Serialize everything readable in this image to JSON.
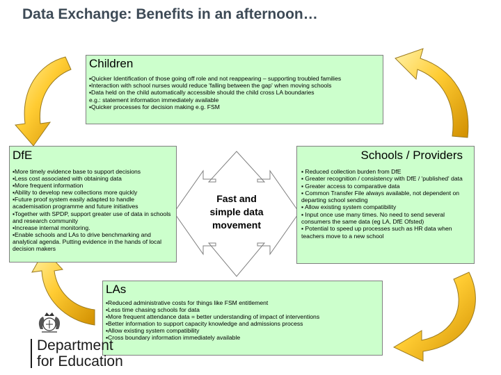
{
  "title": "Data Exchange: Benefits in an afternoon…",
  "children": {
    "heading": "Children",
    "items": [
      "▪Quicker Identification of those going off role and not reappearing – supporting troubled families",
      "▪Interaction with school nurses would reduce 'falling between the gap' when moving schools",
      "▪Data held on the child automatically accessible should the child cross LA boundaries",
      "e.g.: statement  information immediately available",
      "▪Quicker processes for decision making e.g. FSM"
    ]
  },
  "dfe": {
    "heading": "DfE",
    "items": [
      "▪More timely evidence base to support decisions",
      "▪Less cost associated with obtaining data",
      "▪More frequent information",
      "▪Ability to develop new collections more quickly",
      "▪Future proof system easily adapted to handle academisation programme and future initiatives",
      "▪Together with SPDP, support greater use of data in schools and research community",
      "▪Increase internal monitoring.",
      "▪Enable schools and LAs to drive benchmarking and analytical agenda. Putting evidence in the hands of local decision makers"
    ]
  },
  "schools": {
    "heading": "Schools / Providers",
    "items": [
      "▪          Reduced collection burden from DfE",
      "▪          Greater recognition / consistency with DfE / 'published' data",
      "▪          Greater access to comparative data",
      "▪          Common Transfer File always available, not dependent on departing school sending",
      "▪          Allow existing system compatibility",
      "▪          Input once use many times. No need to send several consumers the same data (eg LA, DfE Ofsted)",
      "▪          Potential to speed up processes such as HR data when teachers move to a new school"
    ]
  },
  "center": {
    "text": "Fast and simple data movement"
  },
  "las": {
    "heading": "LAs",
    "items": [
      "▪Reduced administrative costs for things like FSM entitlement",
      "▪Less time chasing schools for data",
      "▪More frequent attendance data = better understanding of impact of interventions",
      "▪Better information to support capacity knowledge and  admissions process",
      "▪Allow existing system compatibility",
      "▪Cross boundary information immediately available"
    ]
  },
  "logo": {
    "line1": "Department",
    "line2": "for Education"
  },
  "colors": {
    "box_fill": "#ccffcc",
    "arrow_fill": "#ffcc33",
    "title": "#3d4a56"
  }
}
